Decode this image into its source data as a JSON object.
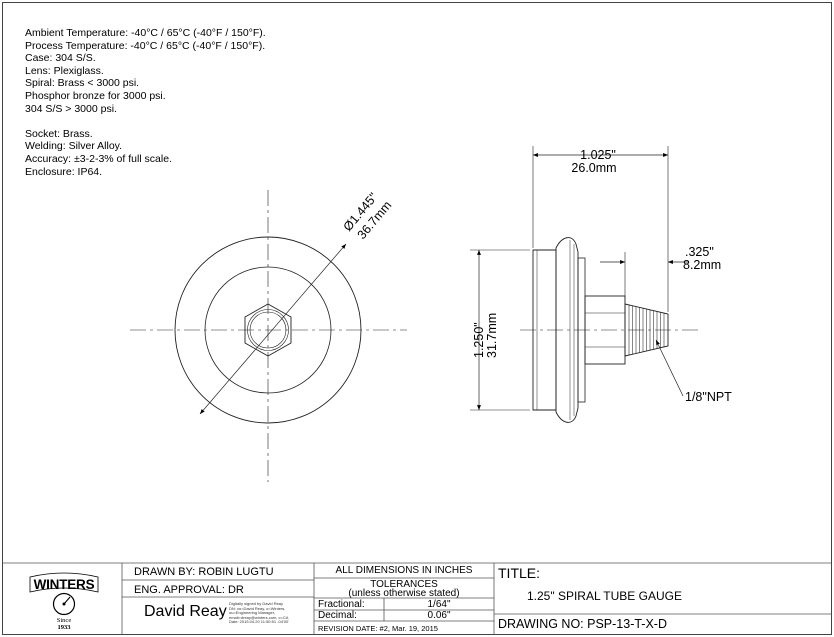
{
  "specs": {
    "lines1": [
      "Ambient Temperature: -40°C / 65°C (-40°F / 150°F).",
      "Process Temperature: -40°C / 65°C  (-40°F / 150°F).",
      "Case: 304 S/S.",
      "Lens: Plexiglass.",
      "Spiral: Brass < 3000 psi.",
      "Phosphor bronze for 3000 psi.",
      "304 S/S > 3000 psi."
    ],
    "lines2": [
      "Socket: Brass.",
      "Welding: Silver Alloy.",
      "Accuracy: ±3-2-3% of full scale.",
      "Enclosure: IP64."
    ]
  },
  "dimensions": {
    "diameter_in": "Ø1.445\"",
    "diameter_mm": "36.7mm",
    "width_in": "1.025\"",
    "width_mm": "26.0mm",
    "thread_len_in": ".325\"",
    "thread_len_mm": "8.2mm",
    "height_in": "1.250\"",
    "height_mm": "31.7mm",
    "thread_label": "1/8\"NPT"
  },
  "title_block": {
    "logo": {
      "text": "WINTERS",
      "since": "Since",
      "year": "1933"
    },
    "drawn_by": "DRAWN BY: ROBIN LUGTU",
    "eng_approval": "ENG. APPROVAL: DR",
    "signature": "David Reay",
    "signature_note": [
      "Digitally signed by David Reay",
      "DN: cn=David Reay, o=Winters,",
      "ou=Engineering Manager,",
      "email=dreay@winters.com, c=CA",
      "Date: 2015.04.20 11:50:51 -04'00'"
    ],
    "all_dims": "ALL DIMENSIONS IN INCHES",
    "tolerances": "TOLERANCES",
    "unless": "(unless otherwise stated)",
    "fractional_label": "Fractional:",
    "fractional_value": "1/64\"",
    "decimal_label": "Decimal:",
    "decimal_value": "0.06\"",
    "revision": "REVISION DATE: #2, Mar. 19, 2015",
    "title_label": "TITLE:",
    "title": "1.25\" SPIRAL TUBE GAUGE",
    "drawing_no": "DRAWING NO: PSP-13-T-X-D"
  }
}
